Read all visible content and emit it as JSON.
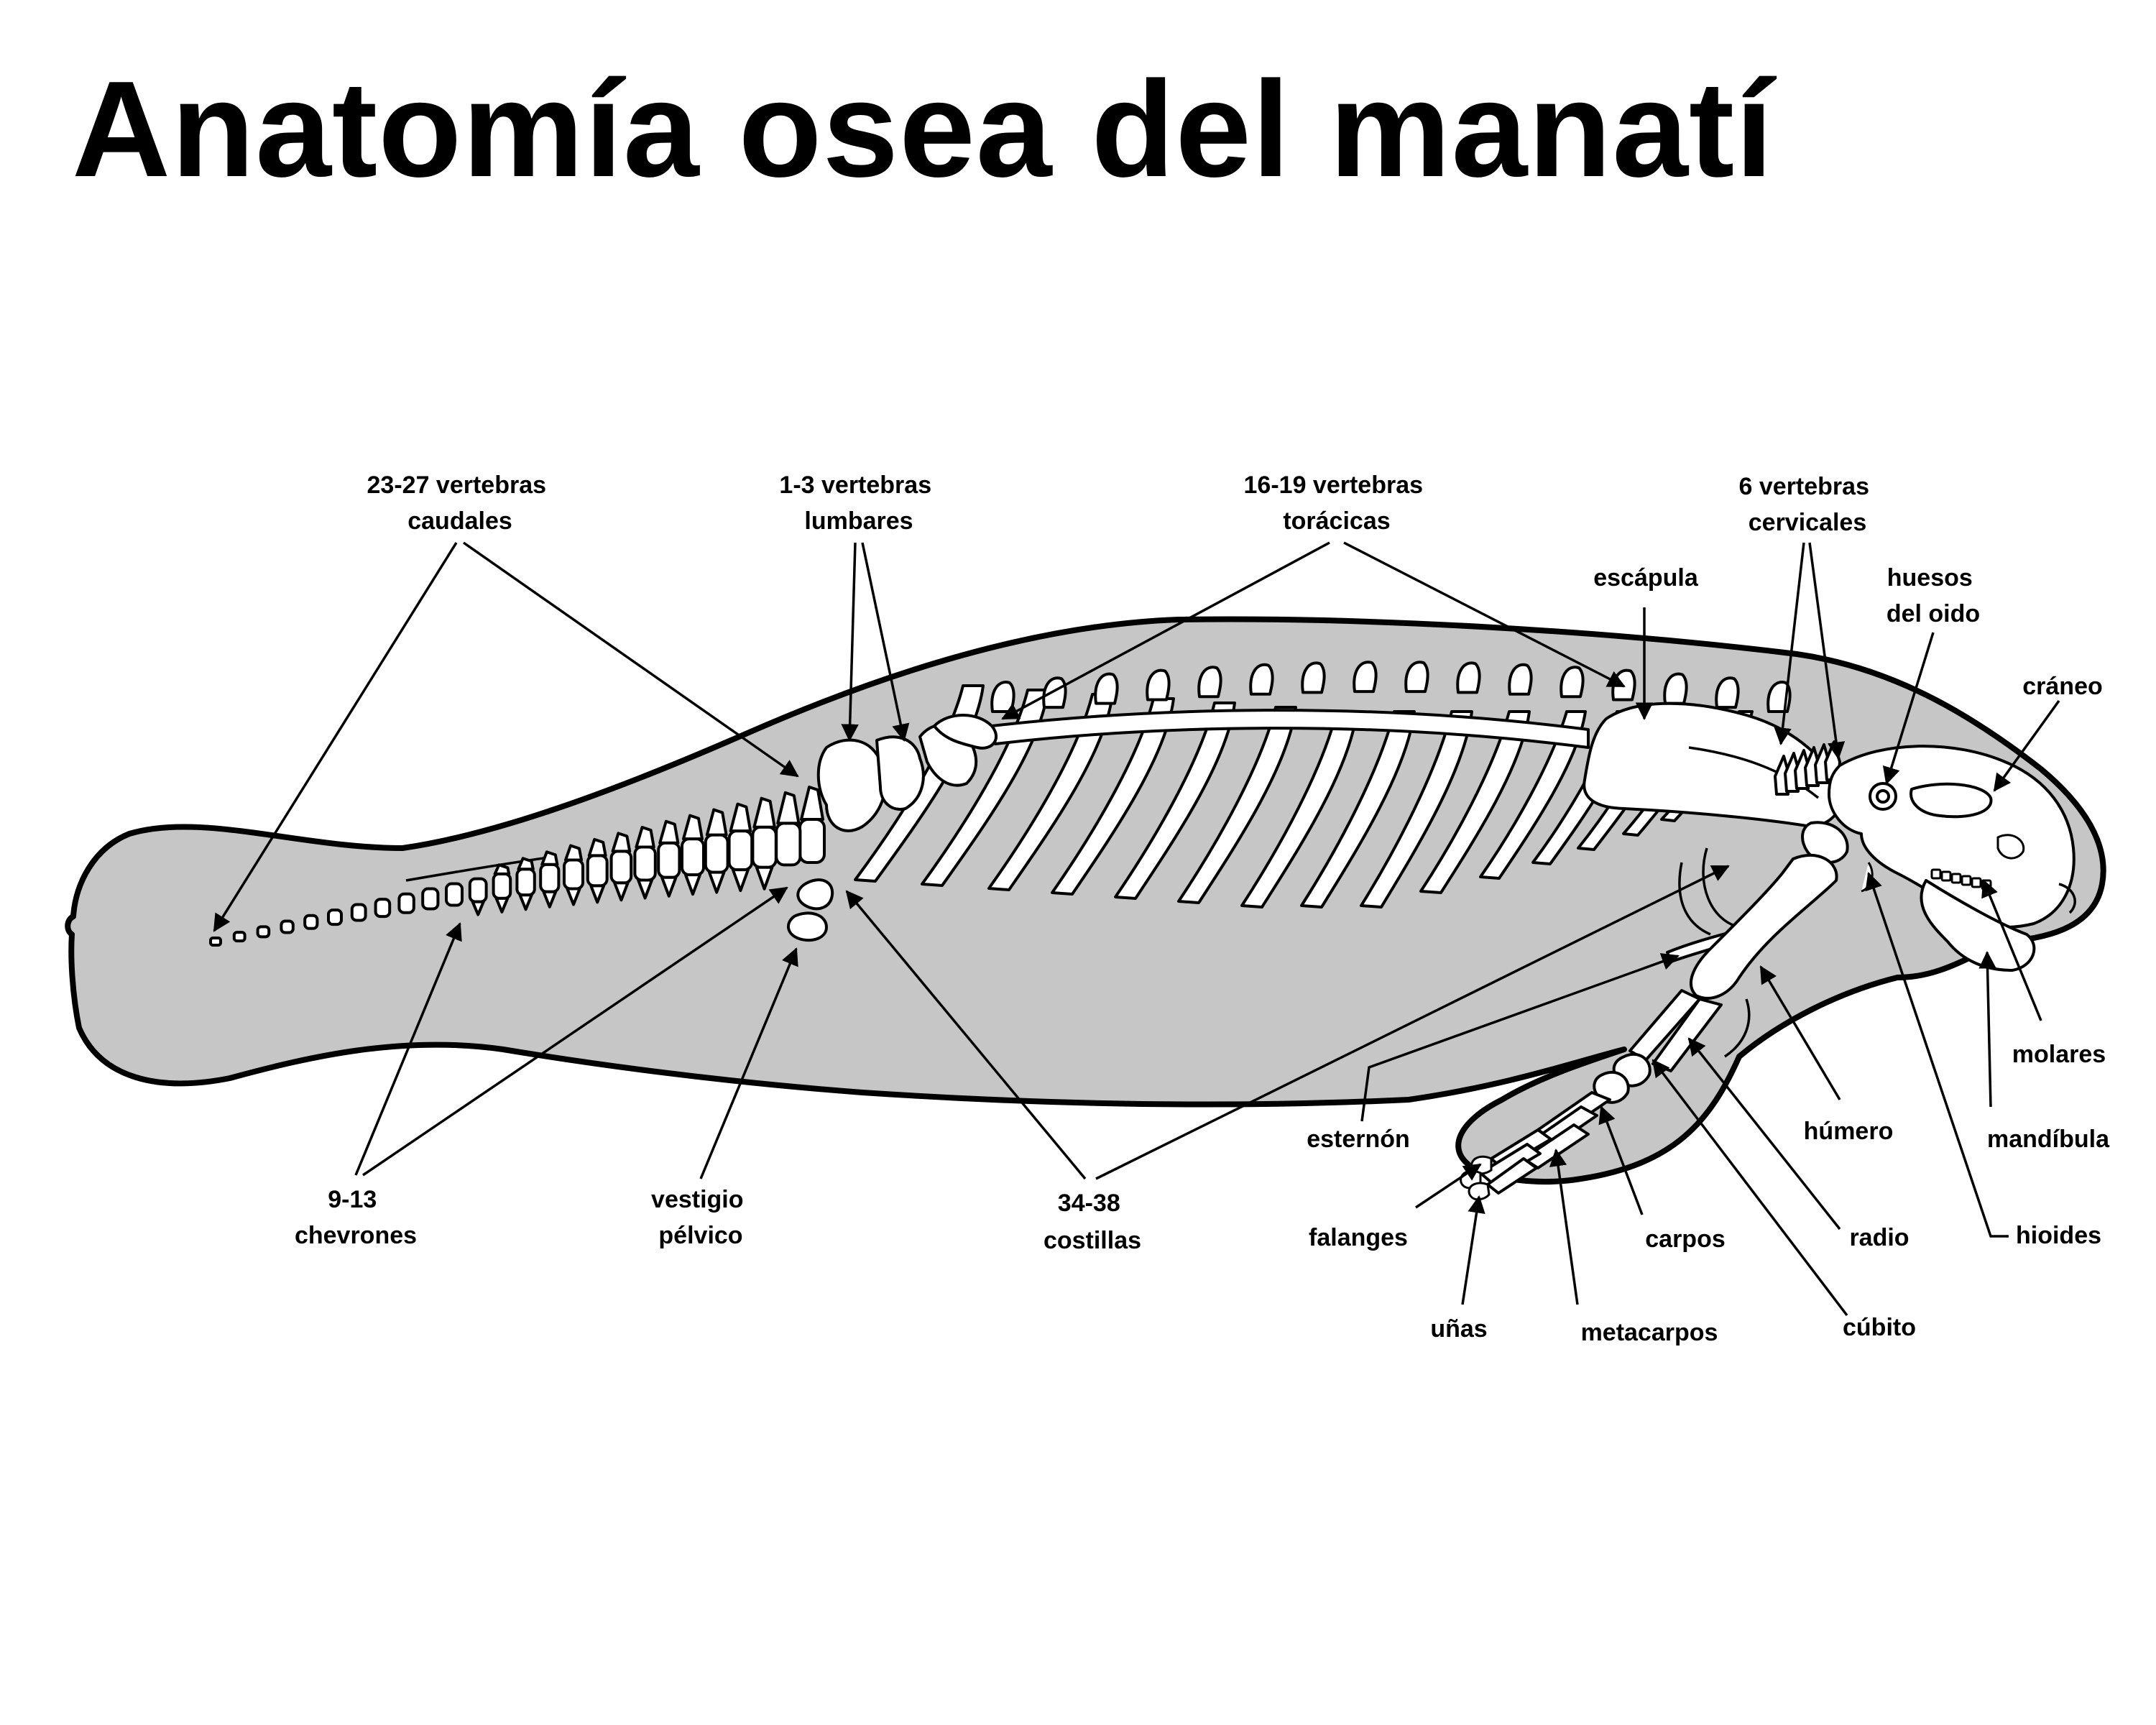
{
  "title": "Anatomía osea del manatí",
  "labels": {
    "caudales": [
      "23-27 vertebras",
      "caudales"
    ],
    "lumbares": [
      "1-3 vertebras",
      "lumbares"
    ],
    "toracicas": [
      "16-19 vertebras",
      "torácicas"
    ],
    "cervicales": [
      "6 vertebras",
      "cervicales"
    ],
    "escapula": [
      "escápula"
    ],
    "huesos_oido": [
      "huesos",
      "del oido"
    ],
    "craneo": [
      "cráneo"
    ],
    "molares": [
      "molares"
    ],
    "mandibula": [
      "mandíbula"
    ],
    "hioides": [
      "hioides"
    ],
    "humero": [
      "húmero"
    ],
    "radio": [
      "radio"
    ],
    "cubito": [
      "cúbito"
    ],
    "carpos": [
      "carpos"
    ],
    "metacarpos": [
      "metacarpos"
    ],
    "unas": [
      "uñas"
    ],
    "falanges": [
      "falanges"
    ],
    "esternon": [
      "esternón"
    ],
    "costillas": [
      "34-38",
      "costillas"
    ],
    "pelvico": [
      "vestigio",
      "pélvico"
    ],
    "chevrones": [
      "9-13",
      "chevrones"
    ]
  },
  "colors": {
    "body": "#c6c6c6",
    "bone": "#ffffff",
    "outline": "#000000"
  }
}
